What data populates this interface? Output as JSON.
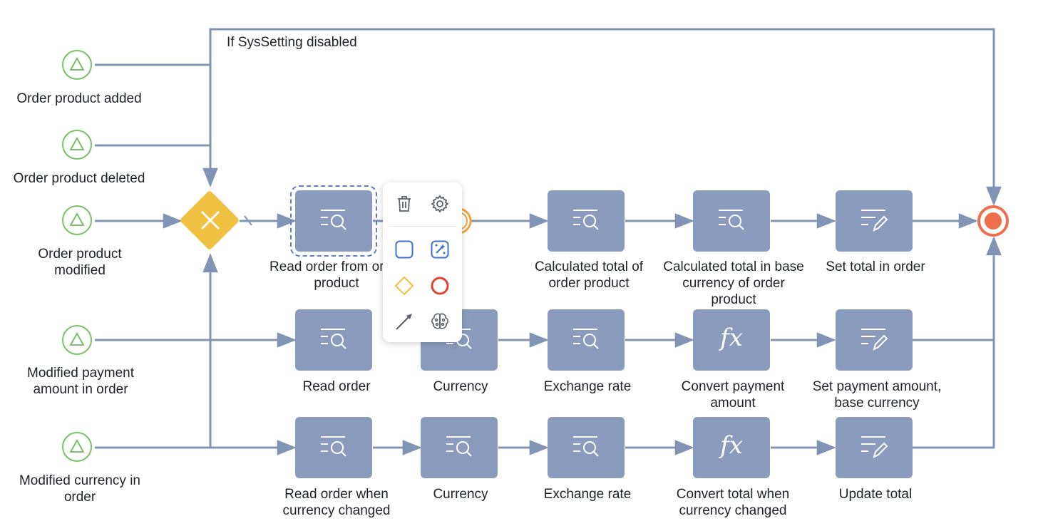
{
  "condition_label": "If SysSetting disabled",
  "start_events": [
    {
      "id": "order-product-added",
      "label": "Order product added"
    },
    {
      "id": "order-product-deleted",
      "label": "Order product deleted"
    },
    {
      "id": "order-product-modified",
      "label": "Order product\nmodified"
    },
    {
      "id": "modified-payment-amount",
      "label": "Modified payment\namount in order"
    },
    {
      "id": "modified-currency",
      "label": "Modified currency in\norder"
    }
  ],
  "tasks": {
    "row1": [
      {
        "label": "Read order from order\nproduct",
        "icon": "read-data-icon",
        "selected": true
      },
      {
        "label": "Calculated total of\norder product",
        "icon": "read-data-icon"
      },
      {
        "label": "Calculated total in base\ncurrency of order\nproduct",
        "icon": "read-data-icon"
      },
      {
        "label": "Set total in order",
        "icon": "modify-data-icon"
      }
    ],
    "row2": [
      {
        "label": "Read order",
        "icon": "read-data-icon"
      },
      {
        "label": "Currency",
        "icon": "read-data-icon"
      },
      {
        "label": "Exchange rate",
        "icon": "read-data-icon"
      },
      {
        "label": "Convert payment\namount",
        "icon": "formula-icon"
      },
      {
        "label": "Set payment amount,\nbase currency",
        "icon": "modify-data-icon"
      }
    ],
    "row3": [
      {
        "label": "Read order when\ncurrency changed",
        "icon": "read-data-icon"
      },
      {
        "label": "Currency",
        "icon": "read-data-icon"
      },
      {
        "label": "Exchange rate",
        "icon": "read-data-icon"
      },
      {
        "label": "Convert total when\ncurrency changed",
        "icon": "formula-icon"
      },
      {
        "label": "Update total",
        "icon": "modify-data-icon"
      }
    ]
  },
  "formula_glyph": "fx",
  "gateway": {
    "type": "exclusive",
    "icon": "x-icon"
  },
  "end_event": {
    "icon": "terminate-end-icon"
  },
  "context_menu": {
    "items": [
      "trash-icon",
      "gear-icon",
      "task-square-icon",
      "magic-element-icon",
      "gateway-diamond-icon",
      "end-event-circle-icon",
      "connector-arrow-icon",
      "ai-brain-icon"
    ]
  },
  "colors": {
    "task_fill": "#8a9cbe",
    "flow_line": "#8294b5",
    "start_event": "#7cc06a",
    "gateway": "#f0c140",
    "end_event": "#ef6e4c",
    "selection": "#5b7fc2"
  }
}
